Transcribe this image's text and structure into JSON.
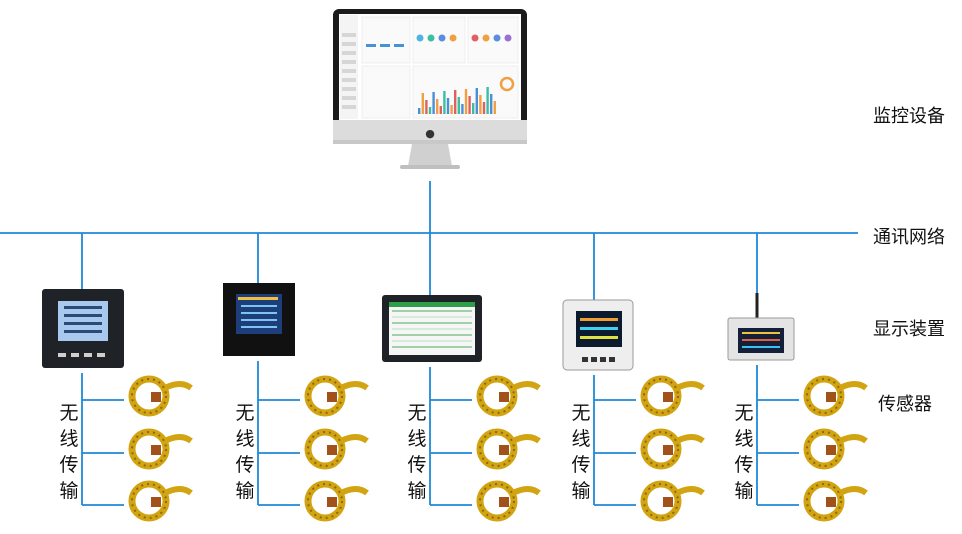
{
  "labels": {
    "monitor": "监控设备",
    "network": "通讯网络",
    "display": "显示装置",
    "sensor": "传感器"
  },
  "wireless_label": "无线传输",
  "colors": {
    "line": "#1e88d8",
    "sensor_body": "#d2a412",
    "sensor_dark": "#8a6a08",
    "sensor_block": "#a0521a",
    "device_dark": "#1f2226"
  },
  "display_devices": [
    {
      "id": "power-meter",
      "icon": "lcd-panel-meter"
    },
    {
      "id": "touch-panel-small",
      "icon": "color-touch-panel"
    },
    {
      "id": "tablet-display",
      "icon": "wide-touch-screen"
    },
    {
      "id": "wall-display",
      "icon": "white-panel-display"
    },
    {
      "id": "wireless-receiver",
      "icon": "antenna-receiver-box"
    }
  ],
  "sensors_per_device": 3
}
